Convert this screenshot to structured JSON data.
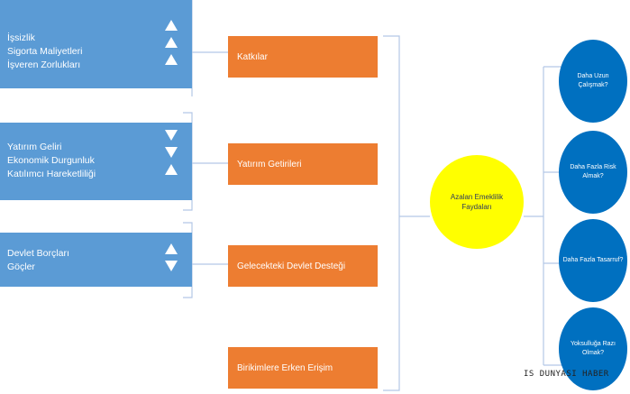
{
  "left_groups": [
    {
      "lines": [
        "İşsizlik",
        "Sigorta Maliyetleri",
        "İşveren Zorlukları"
      ],
      "arrows": [
        "up",
        "up",
        "up"
      ]
    },
    {
      "lines": [
        "Yatırım Geliri",
        "Ekonomik Durgunluk",
        "Katılımcı Hareketliliği"
      ],
      "arrows": [
        "down",
        "down",
        "up"
      ]
    },
    {
      "lines": [
        "Devlet Borçları",
        "Göçler"
      ],
      "arrows": [
        "up",
        "down"
      ]
    }
  ],
  "orange_boxes": [
    "Katkılar",
    "Yatırım Getirileri",
    "Gelecekteki Devlet Desteği",
    "Birikimlere Erken Erişim"
  ],
  "center": {
    "text": "Azalan Emeklilik Faydaları"
  },
  "questions": [
    "Daha Uzun Çalışmak?",
    "Daha Fazla Risk Almak?",
    "Daha Fazla Tasarruf?",
    "Yoksulluğa Razı Olmak?"
  ],
  "watermark": "IS DUNYASI HABER",
  "colors": {
    "blue_box": "#5b9bd5",
    "orange_box": "#ed7d31",
    "center_circle": "#ffff00",
    "question_circle": "#0070c0",
    "connector": "#b4c7e7"
  }
}
